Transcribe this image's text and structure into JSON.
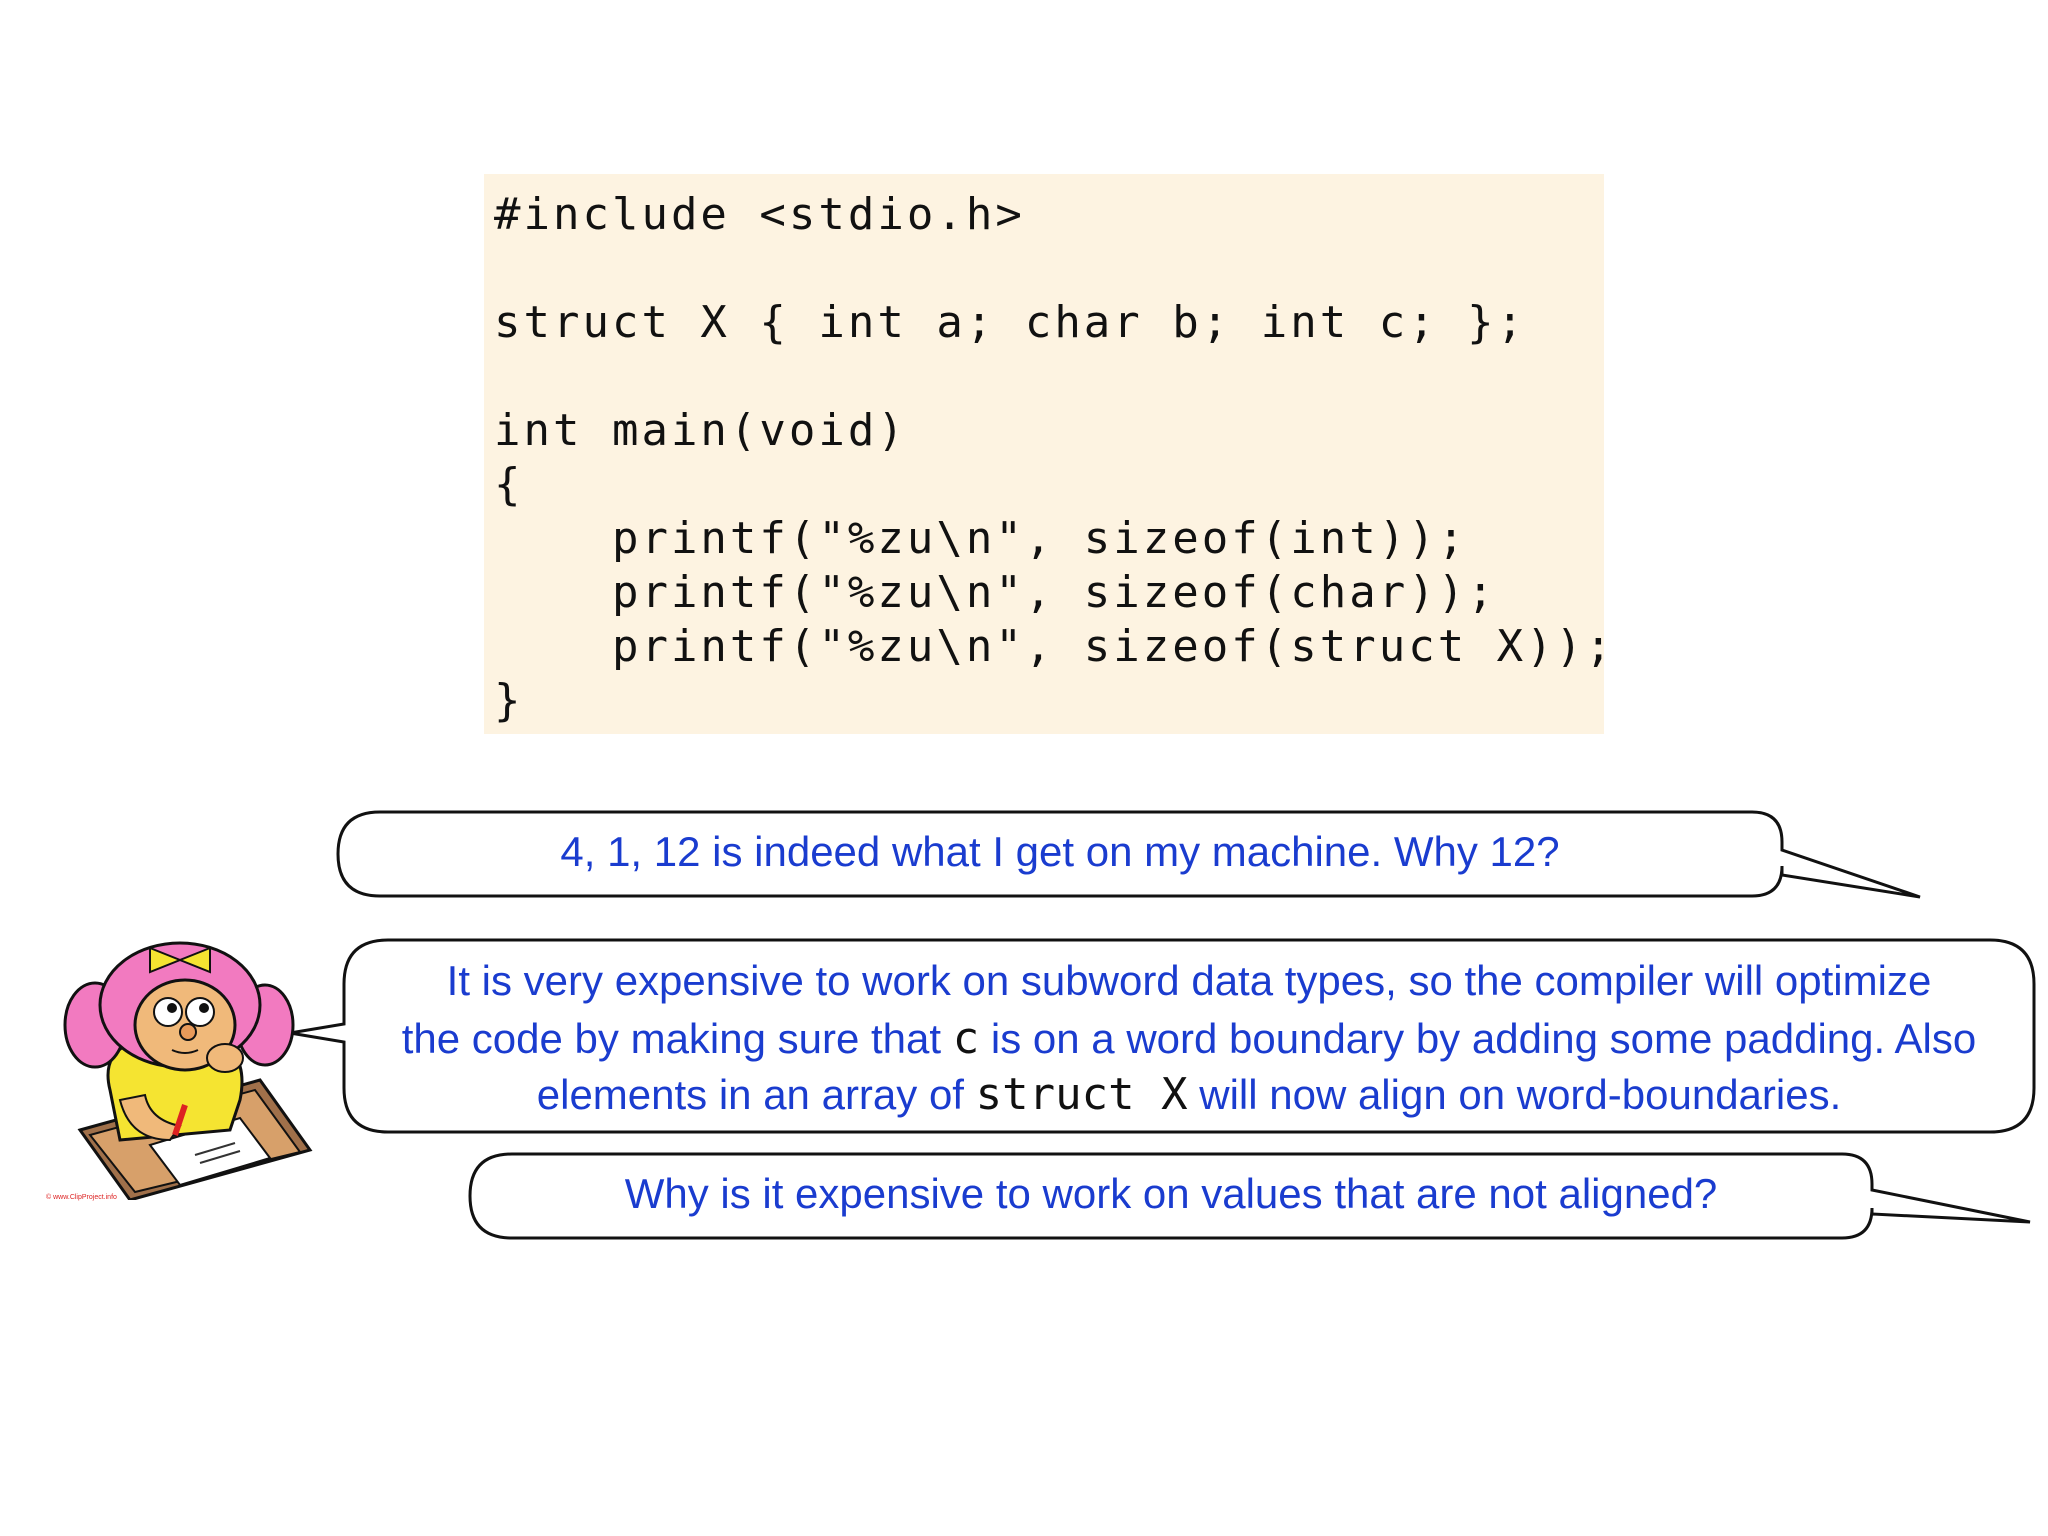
{
  "code": {
    "lines": [
      "#include <stdio.h>",
      "",
      "struct X { int a; char b; int c; };",
      "",
      "int main(void)",
      "{",
      "    printf(\"%zu\\n\", sizeof(int));",
      "    printf(\"%zu\\n\", sizeof(char));",
      "    printf(\"%zu\\n\", sizeof(struct X));",
      "}"
    ]
  },
  "bubbles": {
    "first": "4, 1, 12 is indeed what I get on my machine. Why 12?",
    "answer": {
      "line1": "It is very expensive to work on subword data types, so the compiler will optimize",
      "line2_pre": "the code by making sure that ",
      "line2_code": "c",
      "line2_post": " is on a word boundary by adding some padding. Also",
      "line3_pre": "elements in an array of ",
      "line3_code": "struct X",
      "line3_post": " will now align on word-boundaries."
    },
    "second": "Why is it expensive to work on values that are not aligned?"
  },
  "illustration": {
    "icon": "girl-writing-icon",
    "credit": "© www.ClipProject.info"
  },
  "colors": {
    "code_bg": "#fdf3e1",
    "bubble_text": "#1a3ccf",
    "bubble_border": "#111111"
  }
}
